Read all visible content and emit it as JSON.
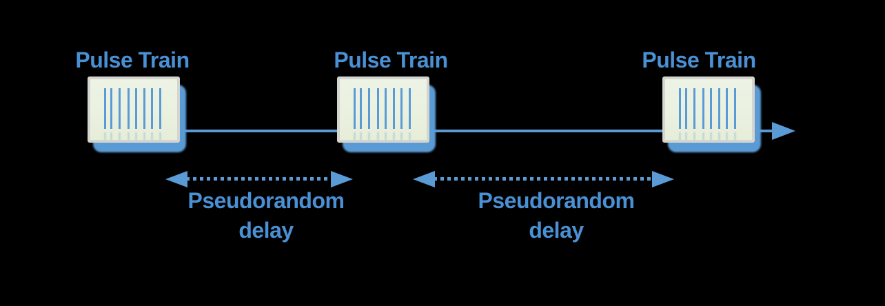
{
  "background": "#000000",
  "colors": {
    "background": "#000000",
    "accent": "#5b9bd5",
    "label_text": "#4a90d4",
    "box_fill": "#eaf1e0",
    "box_border": "#d4d5ce"
  },
  "boxes": [
    {
      "label": "Pulse Train",
      "pulse_count": 8,
      "pulse_offsets": [
        24,
        33,
        45,
        58,
        69,
        81,
        92,
        104
      ]
    },
    {
      "label": "Pulse Train",
      "pulse_count": 8,
      "pulse_offsets": [
        24,
        33,
        45,
        58,
        69,
        81,
        92,
        104
      ]
    },
    {
      "label": "Pulse Train",
      "pulse_count": 8,
      "pulse_offsets": [
        24,
        33,
        45,
        58,
        69,
        81,
        92,
        104
      ]
    }
  ],
  "delays": [
    {
      "line1": "Pseudorandom",
      "line2": "delay"
    },
    {
      "line1": "Pseudorandom",
      "line2": "delay"
    }
  ]
}
